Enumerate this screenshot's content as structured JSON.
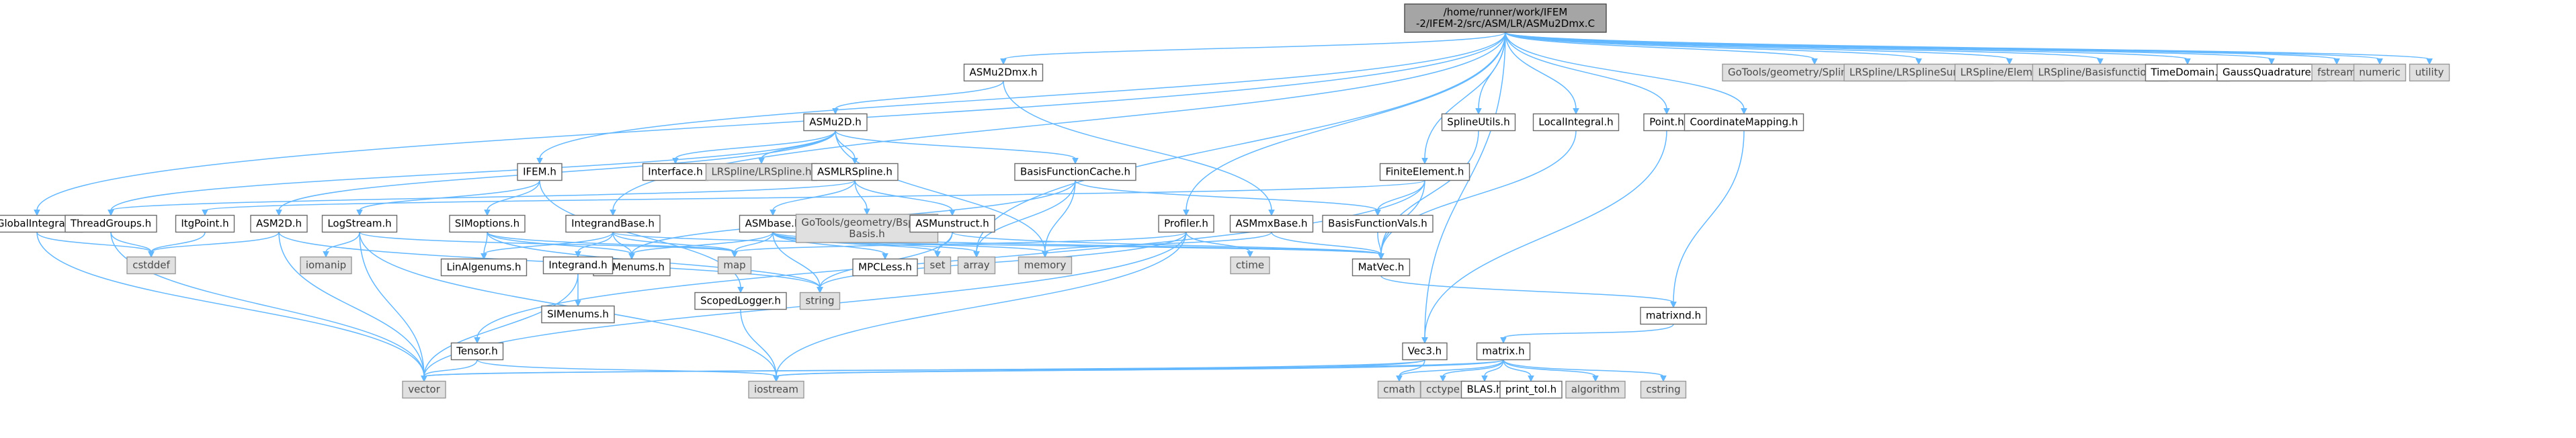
{
  "graph": {
    "root": "root",
    "nodes": [
      {
        "id": "root",
        "lines": [
          "/home/runner/work/IFEM",
          "-2/IFEM-2/src/ASM/LR/ASMu2Dmx.C"
        ],
        "kind": "root"
      },
      {
        "id": "ASMu2Dmx_h",
        "lines": [
          "ASMu2Dmx.h"
        ],
        "kind": "file"
      },
      {
        "id": "ASMu2D_h",
        "lines": [
          "ASMu2D.h"
        ],
        "kind": "file"
      },
      {
        "id": "IFEM_h",
        "lines": [
          "IFEM.h"
        ],
        "kind": "file"
      },
      {
        "id": "GlobalIntegral_h",
        "lines": [
          "GlobalIntegral.h"
        ],
        "kind": "file"
      },
      {
        "id": "IntegrandBase_h",
        "lines": [
          "IntegrandBase.h"
        ],
        "kind": "file"
      },
      {
        "id": "FiniteElement_h",
        "lines": [
          "FiniteElement.h"
        ],
        "kind": "file"
      },
      {
        "id": "SplineUtils_h",
        "lines": [
          "SplineUtils.h"
        ],
        "kind": "file"
      },
      {
        "id": "LocalIntegral_h",
        "lines": [
          "LocalIntegral.h"
        ],
        "kind": "file"
      },
      {
        "id": "Point_h",
        "lines": [
          "Point.h"
        ],
        "kind": "file"
      },
      {
        "id": "CoordinateMapping_h",
        "lines": [
          "CoordinateMapping.h"
        ],
        "kind": "file"
      },
      {
        "id": "GoTools_SplineSurface_h",
        "lines": [
          "GoTools/geometry/SplineSurface.h"
        ],
        "kind": "ext"
      },
      {
        "id": "LRSpline_LRSplineSurface_h",
        "lines": [
          "LRSpline/LRSplineSurface.h"
        ],
        "kind": "ext"
      },
      {
        "id": "LRSpline_Element_h",
        "lines": [
          "LRSpline/Element.h"
        ],
        "kind": "ext"
      },
      {
        "id": "LRSpline_Basisfunction_h",
        "lines": [
          "LRSpline/Basisfunction.h"
        ],
        "kind": "ext"
      },
      {
        "id": "TimeDomain_h",
        "lines": [
          "TimeDomain.h"
        ],
        "kind": "file"
      },
      {
        "id": "GaussQuadrature_h",
        "lines": [
          "GaussQuadrature.h"
        ],
        "kind": "file"
      },
      {
        "id": "fstream",
        "lines": [
          "fstream"
        ],
        "kind": "ext"
      },
      {
        "id": "numeric",
        "lines": [
          "numeric"
        ],
        "kind": "ext"
      },
      {
        "id": "utility",
        "lines": [
          "utility"
        ],
        "kind": "ext"
      },
      {
        "id": "Interface_h",
        "lines": [
          "Interface.h"
        ],
        "kind": "file"
      },
      {
        "id": "LRSpline_LRSpline_h",
        "lines": [
          "LRSpline/LRSpline.h"
        ],
        "kind": "ext"
      },
      {
        "id": "ASMLRSpline_h",
        "lines": [
          "ASMLRSpline.h"
        ],
        "kind": "file"
      },
      {
        "id": "BasisFunctionCache_h",
        "lines": [
          "BasisFunctionCache.h"
        ],
        "kind": "file"
      },
      {
        "id": "ThreadGroups_h",
        "lines": [
          "ThreadGroups.h"
        ],
        "kind": "file"
      },
      {
        "id": "ItgPoint_h",
        "lines": [
          "ItgPoint.h"
        ],
        "kind": "file"
      },
      {
        "id": "ASM2D_h",
        "lines": [
          "ASM2D.h"
        ],
        "kind": "file"
      },
      {
        "id": "LogStream_h",
        "lines": [
          "LogStream.h"
        ],
        "kind": "file"
      },
      {
        "id": "SIMoptions_h",
        "lines": [
          "SIMoptions.h"
        ],
        "kind": "file"
      },
      {
        "id": "ASMbase_h",
        "lines": [
          "ASMbase.h"
        ],
        "kind": "file"
      },
      {
        "id": "GoTools_BsplineBasis_h",
        "lines": [
          "GoTools/geometry/Bspline",
          "Basis.h"
        ],
        "kind": "ext"
      },
      {
        "id": "ASMunstruct_h",
        "lines": [
          "ASMunstruct.h"
        ],
        "kind": "file"
      },
      {
        "id": "Profiler_h",
        "lines": [
          "Profiler.h"
        ],
        "kind": "file"
      },
      {
        "id": "ASMmxBase_h",
        "lines": [
          "ASMmxBase.h"
        ],
        "kind": "file"
      },
      {
        "id": "BasisFunctionVals_h",
        "lines": [
          "BasisFunctionVals.h"
        ],
        "kind": "file"
      },
      {
        "id": "cstddef",
        "lines": [
          "cstddef"
        ],
        "kind": "ext"
      },
      {
        "id": "iomanip",
        "lines": [
          "iomanip"
        ],
        "kind": "ext"
      },
      {
        "id": "LinAlgenums_h",
        "lines": [
          "LinAlgenums.h"
        ],
        "kind": "file"
      },
      {
        "id": "ASMenums_h",
        "lines": [
          "ASMenums.h"
        ],
        "kind": "file"
      },
      {
        "id": "map",
        "lines": [
          "map"
        ],
        "kind": "ext"
      },
      {
        "id": "MPCLess_h",
        "lines": [
          "MPCLess.h"
        ],
        "kind": "file"
      },
      {
        "id": "set",
        "lines": [
          "set"
        ],
        "kind": "ext"
      },
      {
        "id": "array",
        "lines": [
          "array"
        ],
        "kind": "ext"
      },
      {
        "id": "memory",
        "lines": [
          "memory"
        ],
        "kind": "ext"
      },
      {
        "id": "ctime",
        "lines": [
          "ctime"
        ],
        "kind": "ext"
      },
      {
        "id": "MatVec_h",
        "lines": [
          "MatVec.h"
        ],
        "kind": "file"
      },
      {
        "id": "Integrand_h",
        "lines": [
          "Integrand.h"
        ],
        "kind": "file"
      },
      {
        "id": "SIMenums_h",
        "lines": [
          "SIMenums.h"
        ],
        "kind": "file"
      },
      {
        "id": "string",
        "lines": [
          "string"
        ],
        "kind": "ext"
      },
      {
        "id": "ScopedLogger_h",
        "lines": [
          "ScopedLogger.h"
        ],
        "kind": "file"
      },
      {
        "id": "matrixnd_h",
        "lines": [
          "matrixnd.h"
        ],
        "kind": "file"
      },
      {
        "id": "Tensor_h",
        "lines": [
          "Tensor.h"
        ],
        "kind": "file"
      },
      {
        "id": "Vec3_h",
        "lines": [
          "Vec3.h"
        ],
        "kind": "file"
      },
      {
        "id": "matrix_h",
        "lines": [
          "matrix.h"
        ],
        "kind": "file"
      },
      {
        "id": "vector",
        "lines": [
          "vector"
        ],
        "kind": "ext"
      },
      {
        "id": "iostream",
        "lines": [
          "iostream"
        ],
        "kind": "ext"
      },
      {
        "id": "cmath",
        "lines": [
          "cmath"
        ],
        "kind": "ext"
      },
      {
        "id": "cctype",
        "lines": [
          "cctype"
        ],
        "kind": "ext"
      },
      {
        "id": "BLAS_h",
        "lines": [
          "BLAS.h"
        ],
        "kind": "file"
      },
      {
        "id": "print_tol_h",
        "lines": [
          "print_tol.h"
        ],
        "kind": "file"
      },
      {
        "id": "algorithm",
        "lines": [
          "algorithm"
        ],
        "kind": "ext"
      },
      {
        "id": "cstring",
        "lines": [
          "cstring"
        ],
        "kind": "ext"
      }
    ],
    "edges": [
      [
        "root",
        "ASMu2Dmx_h"
      ],
      [
        "root",
        "IFEM_h"
      ],
      [
        "root",
        "GlobalIntegral_h"
      ],
      [
        "root",
        "IntegrandBase_h"
      ],
      [
        "root",
        "FiniteElement_h"
      ],
      [
        "root",
        "SplineUtils_h"
      ],
      [
        "root",
        "LocalIntegral_h"
      ],
      [
        "root",
        "Point_h"
      ],
      [
        "root",
        "CoordinateMapping_h"
      ],
      [
        "root",
        "GoTools_SplineSurface_h"
      ],
      [
        "root",
        "LRSpline_LRSplineSurface_h"
      ],
      [
        "root",
        "LRSpline_Element_h"
      ],
      [
        "root",
        "LRSpline_Basisfunction_h"
      ],
      [
        "root",
        "TimeDomain_h"
      ],
      [
        "root",
        "GaussQuadrature_h"
      ],
      [
        "root",
        "fstream"
      ],
      [
        "root",
        "numeric"
      ],
      [
        "root",
        "utility"
      ],
      [
        "root",
        "Profiler_h"
      ],
      [
        "root",
        "array"
      ],
      [
        "root",
        "Vec3_h"
      ],
      [
        "ASMu2Dmx_h",
        "ASMu2D_h"
      ],
      [
        "ASMu2Dmx_h",
        "ASMmxBase_h"
      ],
      [
        "ASMu2D_h",
        "Interface_h"
      ],
      [
        "ASMu2D_h",
        "LRSpline_LRSpline_h"
      ],
      [
        "ASMu2D_h",
        "ASMLRSpline_h"
      ],
      [
        "ASMu2D_h",
        "BasisFunctionCache_h"
      ],
      [
        "ASMu2D_h",
        "ThreadGroups_h"
      ],
      [
        "ASMu2D_h",
        "ASM2D_h"
      ],
      [
        "ASMu2D_h",
        "memory"
      ],
      [
        "ASMLRSpline_h",
        "ASMbase_h"
      ],
      [
        "ASMLRSpline_h",
        "GoTools_BsplineBasis_h"
      ],
      [
        "ASMLRSpline_h",
        "ASMunstruct_h"
      ],
      [
        "ASMLRSpline_h",
        "ThreadGroups_h"
      ],
      [
        "BasisFunctionCache_h",
        "BasisFunctionVals_h"
      ],
      [
        "BasisFunctionCache_h",
        "ASMenums_h"
      ],
      [
        "BasisFunctionCache_h",
        "array"
      ],
      [
        "BasisFunctionCache_h",
        "memory"
      ],
      [
        "IFEM_h",
        "SIMoptions_h"
      ],
      [
        "IFEM_h",
        "LogStream_h"
      ],
      [
        "IFEM_h",
        "ScopedLogger_h"
      ],
      [
        "GlobalIntegral_h",
        "cstddef"
      ],
      [
        "GlobalIntegral_h",
        "vector"
      ],
      [
        "ThreadGroups_h",
        "cstddef"
      ],
      [
        "ThreadGroups_h",
        "vector"
      ],
      [
        "ItgPoint_h",
        "cstddef"
      ],
      [
        "ASM2D_h",
        "cstddef"
      ],
      [
        "ASM2D_h",
        "vector"
      ],
      [
        "ASM2D_h",
        "string"
      ],
      [
        "LogStream_h",
        "iomanip"
      ],
      [
        "LogStream_h",
        "vector"
      ],
      [
        "LogStream_h",
        "map"
      ],
      [
        "LogStream_h",
        "iostream"
      ],
      [
        "SIMoptions_h",
        "LinAlgenums_h"
      ],
      [
        "SIMoptions_h",
        "ASMenums_h"
      ],
      [
        "SIMoptions_h",
        "map"
      ],
      [
        "SIMoptions_h",
        "string"
      ],
      [
        "IntegrandBase_h",
        "Integrand_h"
      ],
      [
        "IntegrandBase_h",
        "ASMenums_h"
      ],
      [
        "IntegrandBase_h",
        "LinAlgenums_h"
      ],
      [
        "IntegrandBase_h",
        "map"
      ],
      [
        "IntegrandBase_h",
        "MatVec_h"
      ],
      [
        "Integrand_h",
        "SIMenums_h"
      ],
      [
        "Integrand_h",
        "vector"
      ],
      [
        "ASMbase_h",
        "MPCLess_h"
      ],
      [
        "ASMbase_h",
        "set"
      ],
      [
        "ASMbase_h",
        "array"
      ],
      [
        "ASMbase_h",
        "map"
      ],
      [
        "ASMbase_h",
        "string"
      ],
      [
        "ASMbase_h",
        "ASMenums_h"
      ],
      [
        "ASMbase_h",
        "MatVec_h"
      ],
      [
        "ASMbase_h",
        "memory"
      ],
      [
        "ASMunstruct_h",
        "set"
      ],
      [
        "ASMunstruct_h",
        "MatVec_h"
      ],
      [
        "ASMunstruct_h",
        "string"
      ],
      [
        "Profiler_h",
        "map"
      ],
      [
        "Profiler_h",
        "string"
      ],
      [
        "Profiler_h",
        "ctime"
      ],
      [
        "Profiler_h",
        "vector"
      ],
      [
        "Profiler_h",
        "iostream"
      ],
      [
        "ASMmxBase_h",
        "MatVec_h"
      ],
      [
        "ASMmxBase_h",
        "memory"
      ],
      [
        "FiniteElement_h",
        "BasisFunctionVals_h"
      ],
      [
        "FiniteElement_h",
        "MatVec_h"
      ],
      [
        "FiniteElement_h",
        "Tensor_h"
      ],
      [
        "FiniteElement_h",
        "ItgPoint_h"
      ],
      [
        "BasisFunctionVals_h",
        "MatVec_h"
      ],
      [
        "SplineUtils_h",
        "MatVec_h"
      ],
      [
        "LocalIntegral_h",
        "MatVec_h"
      ],
      [
        "Point_h",
        "Vec3_h"
      ],
      [
        "CoordinateMapping_h",
        "matrixnd_h"
      ],
      [
        "MatVec_h",
        "matrixnd_h"
      ],
      [
        "matrixnd_h",
        "matrix_h"
      ],
      [
        "ScopedLogger_h",
        "iostream"
      ],
      [
        "Tensor_h",
        "vector"
      ],
      [
        "Tensor_h",
        "iostream"
      ],
      [
        "Vec3_h",
        "vector"
      ],
      [
        "Vec3_h",
        "iostream"
      ],
      [
        "Vec3_h",
        "cmath"
      ],
      [
        "matrix_h",
        "vector"
      ],
      [
        "matrix_h",
        "iostream"
      ],
      [
        "matrix_h",
        "cmath"
      ],
      [
        "matrix_h",
        "cctype"
      ],
      [
        "matrix_h",
        "BLAS_h"
      ],
      [
        "matrix_h",
        "print_tol_h"
      ],
      [
        "matrix_h",
        "algorithm"
      ],
      [
        "matrix_h",
        "cstring"
      ]
    ]
  }
}
